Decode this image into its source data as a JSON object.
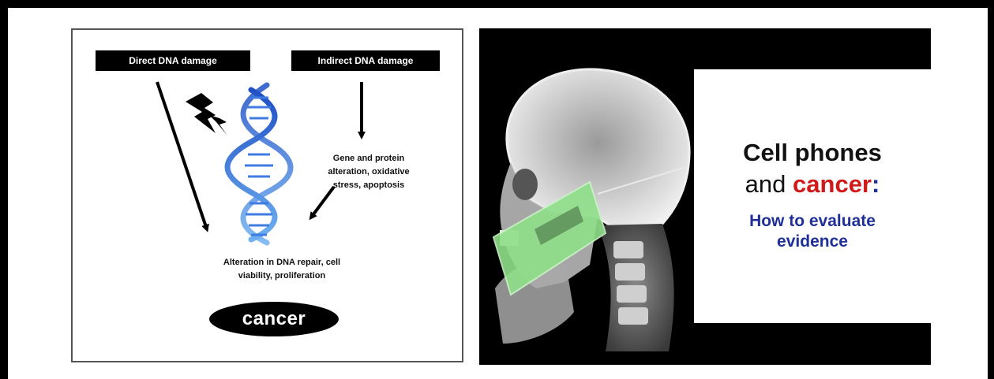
{
  "left_diagram": {
    "direct_label": "Direct DNA damage",
    "indirect_label": "Indirect DNA damage",
    "gene_text": "Gene and protein\nalteration, oxidative\nstress, apoptosis",
    "alteration_text": "Alteration in DNA repair, cell\nviability, proliferation",
    "cancer_label": "cancer",
    "icons": [
      "lightning-bolt-icon",
      "dna-helix-icon"
    ],
    "colors": {
      "dna_blue": "#2f66d6",
      "dna_light": "#7fb3f2",
      "label_bg": "#000000"
    }
  },
  "right_slide": {
    "title_line1": "Cell phones",
    "title_and": "and",
    "title_cancer": "cancer",
    "title_colon": ":",
    "subtitle": "How to evaluate\nevidence",
    "image": "x-ray-skull-with-cell-phone",
    "colors": {
      "cancer_red": "#d01a1a",
      "subtitle_blue": "#1f2f99",
      "phone_green": "#8fe08a"
    }
  }
}
